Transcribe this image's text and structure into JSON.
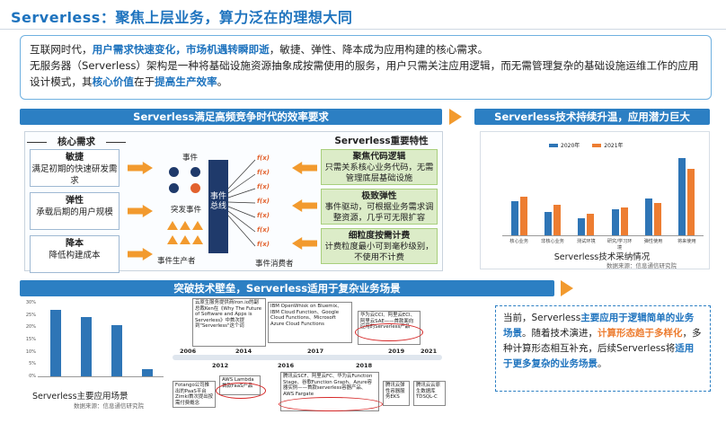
{
  "title": "Serverless：聚焦上层业务，算力泛在的理想大同",
  "intro": {
    "p1_a": "互联网时代，",
    "p1_hl": "用户需求快速变化，市场机遇转瞬即逝",
    "p1_b": "，敏捷、弹性、降本成为应用构建的核心需求。",
    "p2_a": "无服务器（Serverless）架构是一种将基础设施资源抽象成按需使用的服务，用户只需关注应用逻辑，而无需管理复杂的基础设施运维工作的应用设计模式，其",
    "p2_hl1": "核心价值",
    "p2_b": "在于",
    "p2_hl2": "提高生产效率",
    "p2_c": "。"
  },
  "band1": "Serverless满足高频竞争时代的效率要求",
  "band2": "Serverless技术持续升温，应用潜力巨大",
  "band3": "突破技术壁垒，Serverless适用于复杂业务场景",
  "needs": {
    "header": "核心需求",
    "items": [
      {
        "title": "敏捷",
        "desc": "满足初期的快速研发需求"
      },
      {
        "title": "弹性",
        "desc": "承载后期的用户规模"
      },
      {
        "title": "降本",
        "desc": "降低构建成本"
      }
    ]
  },
  "diagram": {
    "event": "事件",
    "burst": "突发事件",
    "bus": "事件总线",
    "producer": "事件生产者",
    "consumer": "事件消费者",
    "fx": "f(x)"
  },
  "features": {
    "header": "Serverless重要特性",
    "items": [
      {
        "title": "聚焦代码逻辑",
        "desc": "只需关系核心业务代码，无需管理底层基础设施"
      },
      {
        "title": "极致弹性",
        "desc": "事件驱动，可根据业务需求调整资源，几乎可无限扩容"
      },
      {
        "title": "细粒度按需计费",
        "desc": "计费粒度最小可到毫秒级别，不使用不计费"
      }
    ]
  },
  "chart_data": [
    {
      "type": "bar",
      "title": "Serverless技术采纳情况",
      "source": "数据来源：信息通信研究院",
      "categories": [
        "核心业务",
        "非核心业务",
        "测试环境",
        "研究/学习环境",
        "弹性使用",
        "将来使用"
      ],
      "series": [
        {
          "name": "2020年",
          "values": [
            16,
            11,
            8,
            12,
            17,
            36
          ]
        },
        {
          "name": "2021年",
          "values": [
            18,
            14,
            10,
            13,
            15,
            31
          ]
        }
      ],
      "colors": [
        "#2e75b6",
        "#ed7d31"
      ],
      "legend": "top"
    },
    {
      "type": "bar",
      "title": "Serverless主要应用场景",
      "source": "数据来源：信息通信研究院",
      "y_ticks": [
        "30%",
        "25%",
        "20%",
        "15%",
        "10%",
        "5%",
        "0%"
      ],
      "values": [
        27,
        24,
        21,
        3
      ],
      "color": "#2e75b6"
    }
  ],
  "timeline": {
    "years": [
      "2006",
      "2012",
      "2014",
      "2016",
      "2017",
      "2018",
      "2019",
      "2021"
    ],
    "boxes": [
      "云原生服务提供商Iron.io的副总裁Ken在《Why The Future of Software and Apps is Serverless》中首次提到\"Serverless\"这个词",
      "IBM OpenWhisk on Bluemix、IBM Cloud Function、Google Cloud Functions、Microsoft Azure Cloud Functions",
      "华为云CCI、阿里云ECI、阿里云SAE——首款面向应用的Serverless产品",
      "Fotango公司推出的PaaS平台Zimki首次提出按需付费概念",
      "AWS Lambda首款FaaS产品",
      "腾讯云SCF、阿里云FC、华为云Function Stage、谷歌Function Graph、Azure容器实例——首款serverless容器产品、AWS Fargate",
      "腾讯云弹性容器服务EKS",
      "腾讯云云原生数据库TDSQL-C"
    ]
  },
  "right_text": {
    "a": "当前，Serverless",
    "hl1": "主要应用于逻辑简单的业务场景",
    "b": "。随着技术演进，",
    "hl2": "计算形态趋于多样化",
    "c": "，多种计算形态相互补充，后续Serverless将",
    "hl3": "适用于更多复杂的业务场景",
    "d": "。"
  }
}
